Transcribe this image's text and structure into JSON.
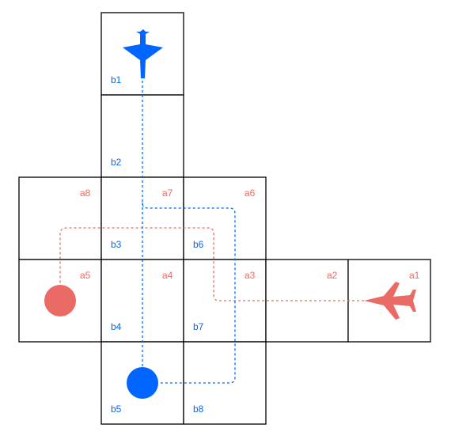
{
  "colors": {
    "route_a": "#EA6B66",
    "route_b": "#0066FF",
    "cell_border": "#000000",
    "background": "#FFFFFF"
  },
  "routes": {
    "a": {
      "plane_icon": "airplane-icon",
      "endpoint_icon": "circle-marker-icon"
    },
    "b": {
      "plane_icon": "airplane-icon",
      "endpoint_icon": "circle-marker-icon"
    }
  },
  "labels": {
    "a1": "a1",
    "a2": "a2",
    "a3": "a3",
    "a4": "a4",
    "a5": "a5",
    "a6": "a6",
    "a7": "a7",
    "a8": "a8",
    "b1": "b1",
    "b2": "b2",
    "b3": "b3",
    "b4": "b4",
    "b5": "b5",
    "b6": "b6",
    "b7": "b7",
    "b8": "b8"
  }
}
